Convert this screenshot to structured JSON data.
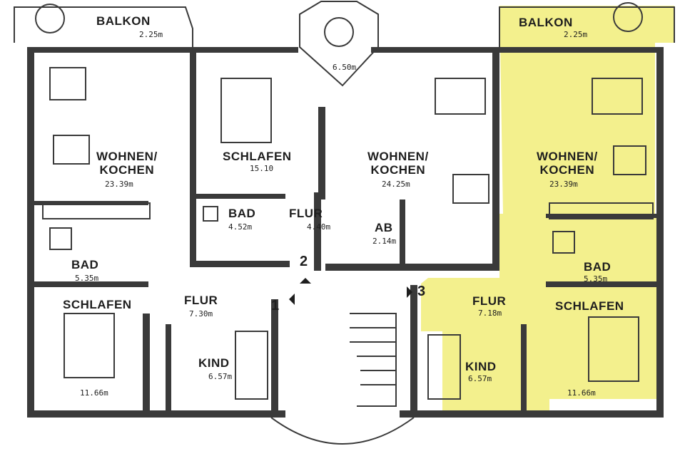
{
  "colors": {
    "highlight": "#f3f08d",
    "wall": "#3a3a3a",
    "line": "#3a3a3a",
    "paper": "#ffffff"
  },
  "rooms": {
    "balkon_left": {
      "name": "BALKON",
      "area": "2.25m"
    },
    "balkon_center": {
      "area": "6.50m"
    },
    "balkon_right": {
      "name": "BALKON",
      "area": "2.25m"
    },
    "wohnen_left": {
      "name": "WOHNEN/\nKOCHEN",
      "area": "23.39m"
    },
    "schlafen_upper": {
      "name": "SCHLAFEN",
      "area": "15.10"
    },
    "wohnen_center": {
      "name": "WOHNEN/\nKOCHEN",
      "area": "24.25m"
    },
    "wohnen_right": {
      "name": "WOHNEN/\nKOCHEN",
      "area": "23.39m"
    },
    "bad_upper": {
      "name": "BAD",
      "area": "4.52m"
    },
    "flur_upper": {
      "name": "FLUR",
      "area": "4.40m"
    },
    "ab": {
      "name": "AB",
      "area": "2.14m"
    },
    "bad_left": {
      "name": "BAD",
      "area": "5.35m"
    },
    "bad_right": {
      "name": "BAD",
      "area": "5.35m"
    },
    "schlafen_left": {
      "name": "SCHLAFEN",
      "area": "11.66m"
    },
    "flur_left": {
      "name": "FLUR",
      "area": "7.30m"
    },
    "flur_right": {
      "name": "FLUR",
      "area": "7.18m"
    },
    "schlafen_right": {
      "name": "SCHLAFEN",
      "area": "11.66m"
    },
    "kind_left": {
      "name": "KIND",
      "area": "6.57m"
    },
    "kind_right": {
      "name": "KIND",
      "area": "6.57m"
    }
  },
  "apartments": [
    {
      "number": "1"
    },
    {
      "number": "2"
    },
    {
      "number": "3"
    }
  ]
}
